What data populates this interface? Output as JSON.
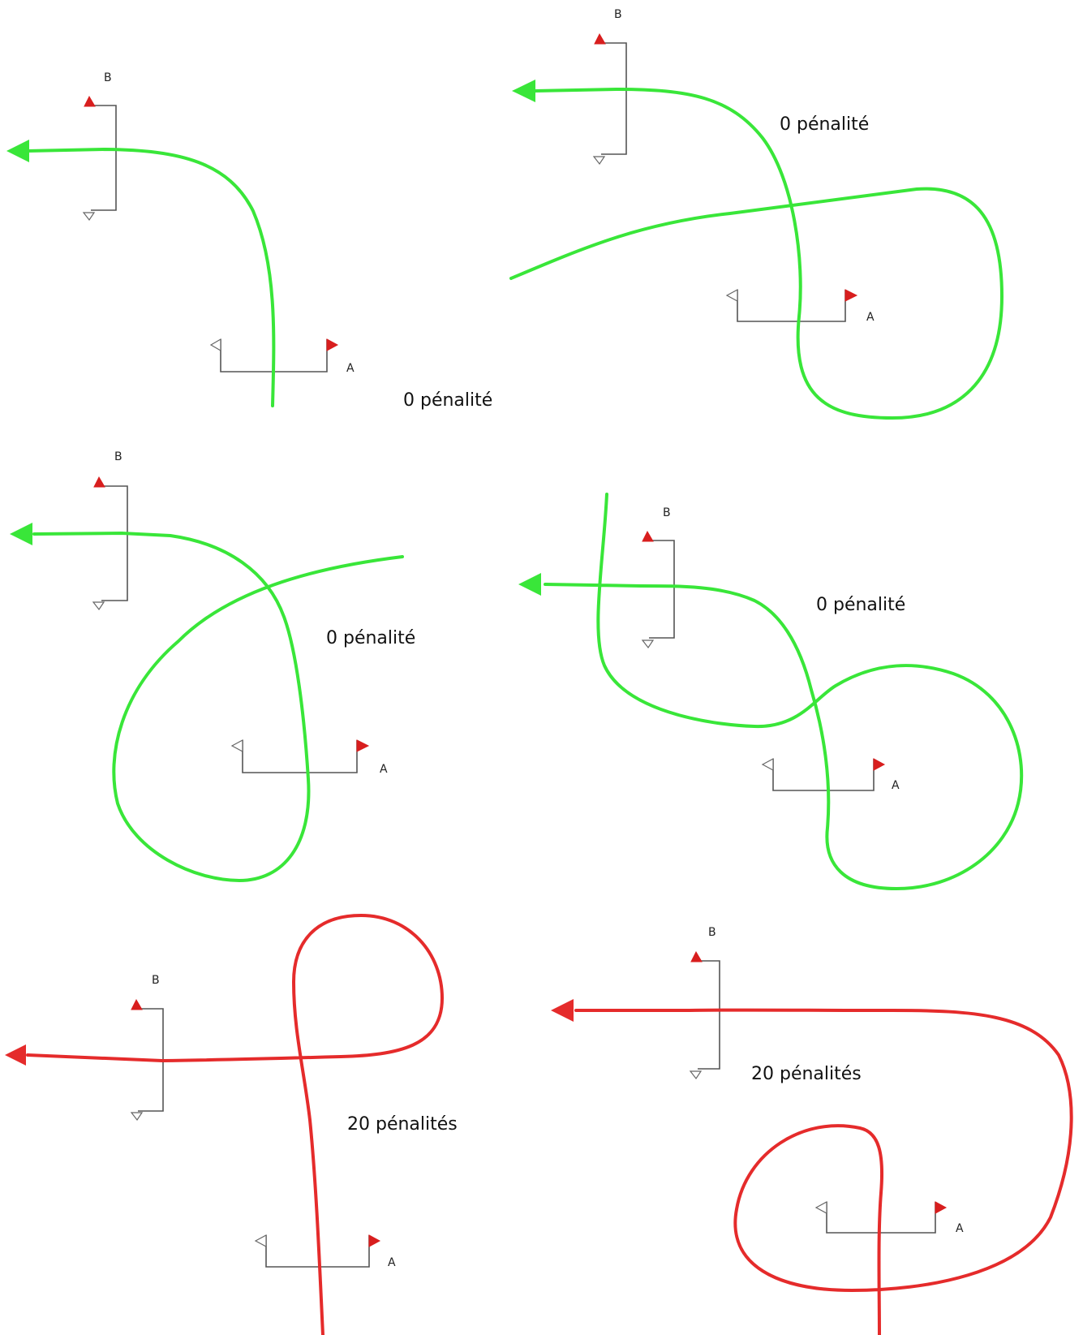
{
  "colors": {
    "ok": "#39e639",
    "penalty": "#e52b2b",
    "flag_red": "#d81e1e",
    "gate_line": "#555555"
  },
  "gate_labels": {
    "a": "A",
    "b": "B"
  },
  "panels": [
    {
      "id": "p1",
      "outcome": "ok",
      "penalty_text": "0 pénalité"
    },
    {
      "id": "p2",
      "outcome": "ok",
      "penalty_text": "0 pénalité"
    },
    {
      "id": "p3",
      "outcome": "ok",
      "penalty_text": "0 pénalité"
    },
    {
      "id": "p4",
      "outcome": "ok",
      "penalty_text": "0 pénalité"
    },
    {
      "id": "p5",
      "outcome": "penalty",
      "penalty_text": "20 pénalités"
    },
    {
      "id": "p6",
      "outcome": "penalty",
      "penalty_text": "20 pénalités"
    }
  ]
}
